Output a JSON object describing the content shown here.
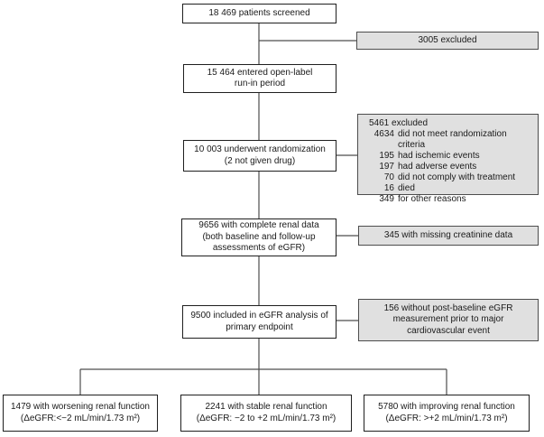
{
  "flowchart": {
    "colors": {
      "background": "#ffffff",
      "box_border": "#1f1f1f",
      "side_fill": "#e0e0e0",
      "side_border": "#4d4d4d",
      "line": "#4d4d4d"
    },
    "main_nodes": {
      "screened": {
        "line1": "18 469 patients screened"
      },
      "run_in": {
        "line1": "15 464 entered open-label",
        "line2": "run-in period"
      },
      "randomized": {
        "line1": "10 003 underwent randomization",
        "line2": "(2 not given drug)"
      },
      "complete_renal": {
        "line1": "9656 with complete renal data",
        "line2": "(both baseline and follow-up",
        "line3": "assessments of eGFR)"
      },
      "egfr_analysis": {
        "line1": "9500 included in eGFR analysis of",
        "line2": "primary endpoint"
      },
      "worsening": {
        "line1": "1479 with worsening renal function",
        "line2": "(ΔeGFR:<−2 mL/min/1.73 m²)"
      },
      "stable": {
        "line1": "2241 with stable renal function",
        "line2": "(ΔeGFR: −2 to +2 mL/min/1.73 m²)"
      },
      "improving": {
        "line1": "5780 with improving renal function",
        "line2": "(ΔeGFR: >+2 mL/min/1.73 m²)"
      }
    },
    "side_nodes": {
      "excluded_screening": {
        "line1": "3005 excluded"
      },
      "excluded_run_in": {
        "header": "5461 excluded",
        "reasons": [
          {
            "count": "4634",
            "label": "did not meet randomization criteria"
          },
          {
            "count": "195",
            "label": "had ischemic events"
          },
          {
            "count": "197",
            "label": "had adverse events"
          },
          {
            "count": "70",
            "label": "did not comply with treatment"
          },
          {
            "count": "16",
            "label": "died"
          },
          {
            "count": "349",
            "label": "for other reasons"
          }
        ]
      },
      "missing_creatinine": {
        "line1": "345 with missing creatinine data"
      },
      "no_postbaseline_egfr": {
        "line1": "156 without post-baseline eGFR",
        "line2": "measurement prior to major",
        "line3": "cardiovascular event"
      }
    }
  }
}
